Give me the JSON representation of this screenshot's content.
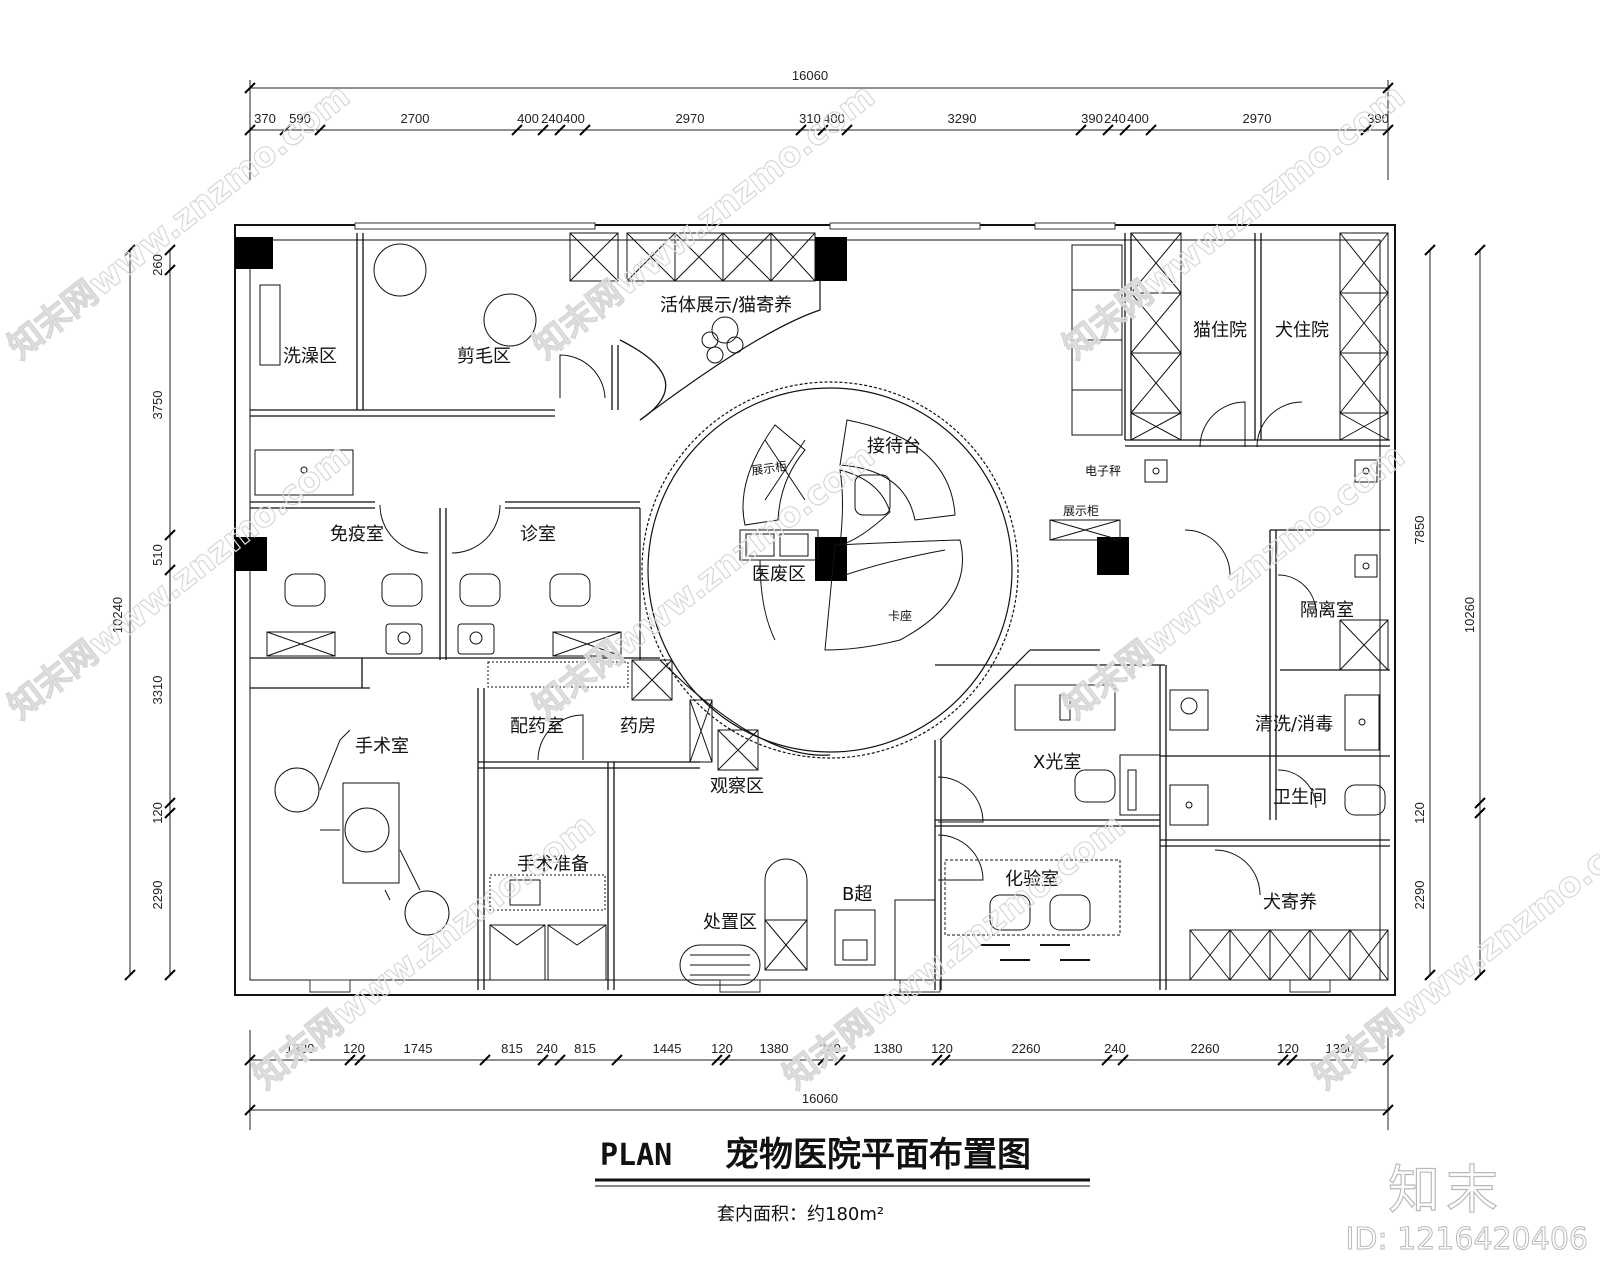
{
  "drawing": {
    "title_prefix": "PLAN",
    "title": "宠物医院平面布置图",
    "subtitle": "套内面积：约180m²"
  },
  "dimensions": {
    "top_total": "16060",
    "top_segments": [
      "370",
      "590",
      "2700",
      "400",
      "240",
      "400",
      "2970",
      "310",
      "400",
      "3290",
      "390",
      "240",
      "400",
      "2970",
      "390"
    ],
    "bottom_total": "16060",
    "bottom_segments": [
      "1380",
      "120",
      "1745",
      "815",
      "240",
      "815",
      "1445",
      "120",
      "1380",
      "240",
      "1380",
      "120",
      "2260",
      "240",
      "2260",
      "120",
      "1380"
    ],
    "left_total": "10240",
    "left_segments": [
      "260",
      "3750",
      "510",
      "3310",
      "120",
      "2290"
    ],
    "right_total": "10260",
    "right_segments": [
      "7850",
      "120",
      "2290"
    ]
  },
  "rooms": {
    "bath": "洗澡区",
    "grooming": "剪毛区",
    "live_display": "活体展示/猫寄养",
    "cat_ward": "猫住院",
    "dog_ward": "犬住院",
    "reception": "接待台",
    "display_cabinet_1": "展示柜",
    "display_cabinet_2": "展示柜",
    "scale": "电子秤",
    "medical_waste": "医废区",
    "booth": "卡座",
    "vaccine": "免疫室",
    "consult": "诊室",
    "isolation": "隔离室",
    "surgery": "手术室",
    "dispensing": "配药室",
    "pharmacy": "药房",
    "observation": "观察区",
    "xray": "X光室",
    "washing": "清洗/消毒",
    "toilet": "卫生间",
    "surgery_prep": "手术准备",
    "lab": "化验室",
    "b_ultrasound": "B超",
    "treatment": "处置区",
    "dog_boarding": "犬寄养"
  },
  "watermark": {
    "text": "知末网www.znzmo.com",
    "brand": "知末",
    "image_id": "ID: 1216420406"
  }
}
